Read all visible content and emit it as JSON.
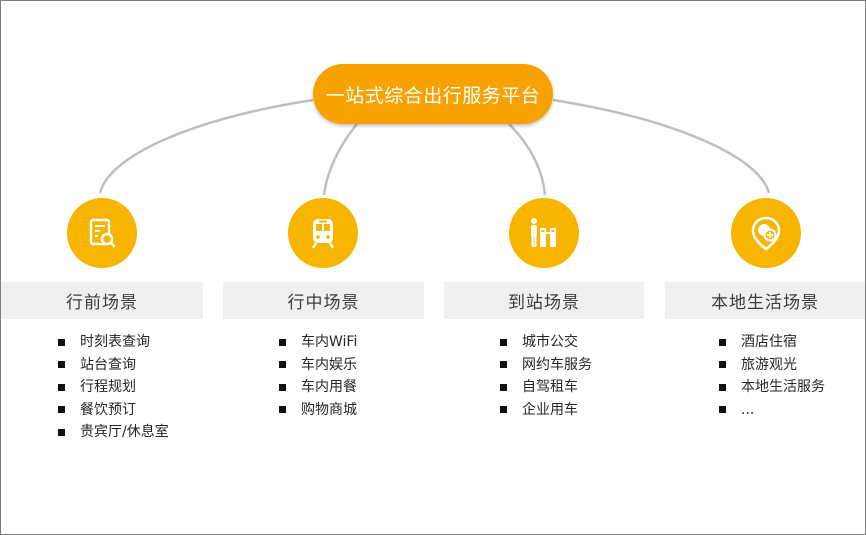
{
  "hub": {
    "label": "一站式综合出行服务平台"
  },
  "colors": {
    "hub": "#f7a200",
    "icon_circle": "#f7b500",
    "band": "#f0f0f0",
    "connector": "#bfbfbf"
  },
  "scenes": [
    {
      "title": "行前场景",
      "icon": "document-search-icon",
      "items": [
        "时刻表查询",
        "站台查询",
        "行程规划",
        "餐饮预订",
        "贵宾厅/休息室"
      ]
    },
    {
      "title": "行中场景",
      "icon": "train-icon",
      "items": [
        "车内WiFi",
        "车内娱乐",
        "车内用餐",
        "购物商城"
      ]
    },
    {
      "title": "到站场景",
      "icon": "station-gate-icon",
      "items": [
        "城市公交",
        "网约车服务",
        "自驾租车",
        "企业用车"
      ]
    },
    {
      "title": "本地生活场景",
      "icon": "location-pin-icon",
      "items": [
        "酒店住宿",
        "旅游观光",
        "本地生活服务",
        "..."
      ]
    }
  ]
}
